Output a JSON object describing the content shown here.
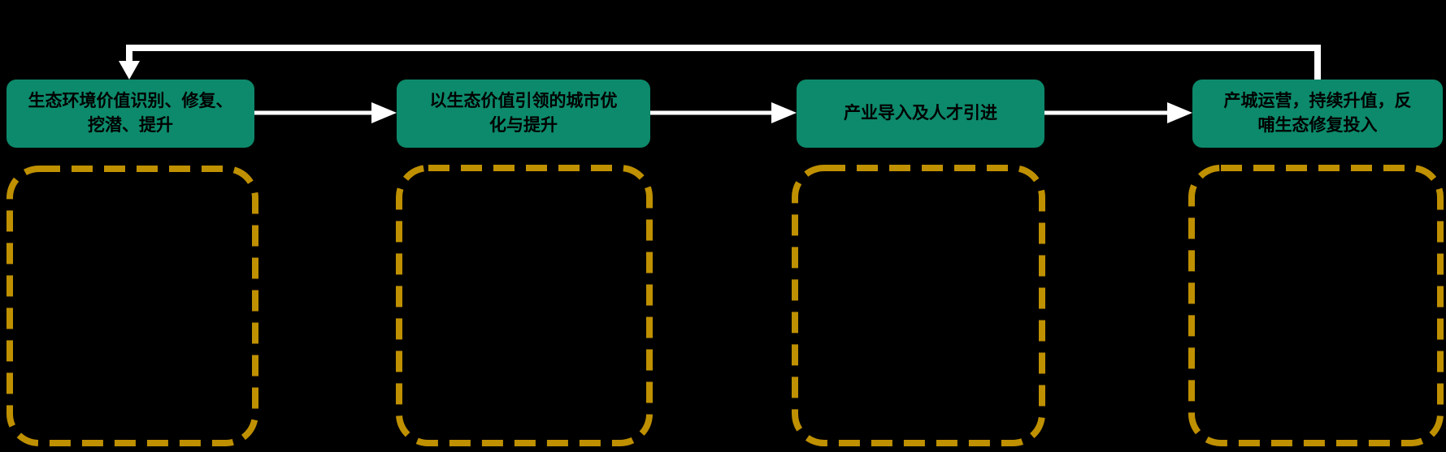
{
  "diagram": {
    "title": "eco-value-city-development-cycle",
    "stages": [
      {
        "index": 1,
        "title": "生态环境价值识别、修复、\n挖潜、提升"
      },
      {
        "index": 2,
        "title": "以生态价值引领的城市优\n化与提升"
      },
      {
        "index": 3,
        "title": "产业导入及人才引进"
      },
      {
        "index": 4,
        "title": "产城运营，持续升值，反\n哺生态修复投入"
      }
    ],
    "placeholders": [
      {
        "for_stage": 1,
        "content": ""
      },
      {
        "for_stage": 2,
        "content": ""
      },
      {
        "for_stage": 3,
        "content": ""
      },
      {
        "for_stage": 4,
        "content": ""
      }
    ],
    "flow": {
      "forward": [
        "stage-1 → stage-2",
        "stage-2 → stage-3",
        "stage-3 → stage-4"
      ],
      "feedback": "stage-4 → stage-1"
    },
    "colors": {
      "stage_fill": "#0d8a6b",
      "stage_text": "#000000",
      "placeholder_border": "#bf9000",
      "arrow": "#ffffff",
      "background": "#000000"
    }
  }
}
